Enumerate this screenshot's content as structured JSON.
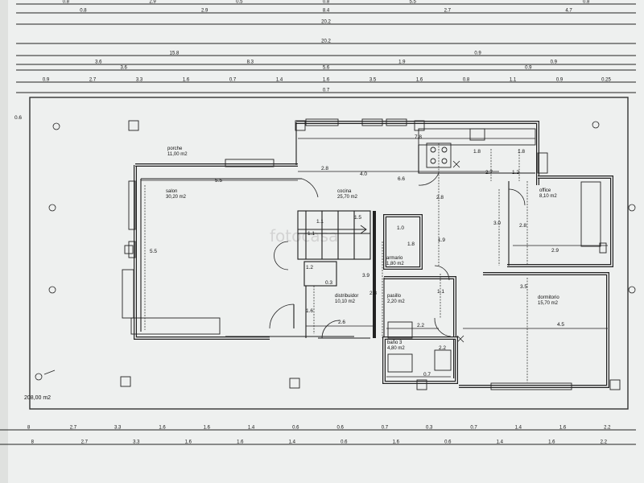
{
  "watermark": "fotocasa",
  "top_dim_rows": [
    [
      "0.8",
      "2.9",
      "0.5",
      "0.8",
      "5.5",
      "",
      "0.8"
    ],
    [
      "0.8",
      "2.9",
      "8.4",
      "2.7",
      "4.7"
    ],
    [
      "20.2"
    ],
    [
      "20.2"
    ],
    [
      "15.8",
      "0.9"
    ],
    [
      "3.6",
      "8.3",
      "1.9",
      "0.9"
    ],
    [
      "3.6",
      "5.6",
      "0.9"
    ],
    [
      "0.9",
      "2.7",
      "3.3",
      "1.6",
      "0.7",
      "1.4",
      "1.6",
      "3.5",
      "1.6",
      "0.8",
      "1.1",
      "0.9",
      "0.25"
    ],
    [
      "0.7"
    ]
  ],
  "bottom_dim_rows": [
    [
      "8",
      "2.7",
      "3.3",
      "1.6",
      "1.6",
      "1.4",
      "0.6",
      "0.6",
      "0.7",
      "0.3",
      "0.7",
      "1.4",
      "1.6",
      "2.2"
    ],
    [
      "8",
      "2.7",
      "3.3",
      "1.6",
      "1.6",
      "1.4",
      "0.6",
      "1.6",
      "0.6",
      "1.4",
      "1.6",
      "2.2"
    ]
  ],
  "frame_label": "0.6",
  "rooms": [
    {
      "name": "porche",
      "area": "11,00 m2"
    },
    {
      "name": "salon",
      "area": "30,20 m2"
    },
    {
      "name": "cocina",
      "area": "25,70 m2"
    },
    {
      "name": "office",
      "area": "8,10 m2"
    },
    {
      "name": "armario",
      "area": "1,80 m2"
    },
    {
      "name": "distribuidor",
      "area": "10,10 m2"
    },
    {
      "name": "pasillo",
      "area": "2,20 m2"
    },
    {
      "name": "dormitorio",
      "area": "15,70 m2"
    },
    {
      "name": "baño 3",
      "area": "4,80 m2"
    }
  ],
  "plan_dims": [
    "7.8",
    "1.8",
    "1.8",
    "2.8",
    "4.0",
    "6.6",
    "2.7",
    "1.2",
    "5.5",
    "2.8",
    "3.0",
    "2.8",
    "1.1",
    "1.5",
    "1.1",
    "1.0",
    "1.8",
    "1.9",
    "2.9",
    "5.5",
    "1.2",
    "0.3",
    "3.9",
    "2.8",
    "1.1",
    "3.5",
    "1.6",
    "2.6",
    "2.2",
    "4.5",
    "2.2",
    "0.7"
  ],
  "total_area": "208,00 m2"
}
